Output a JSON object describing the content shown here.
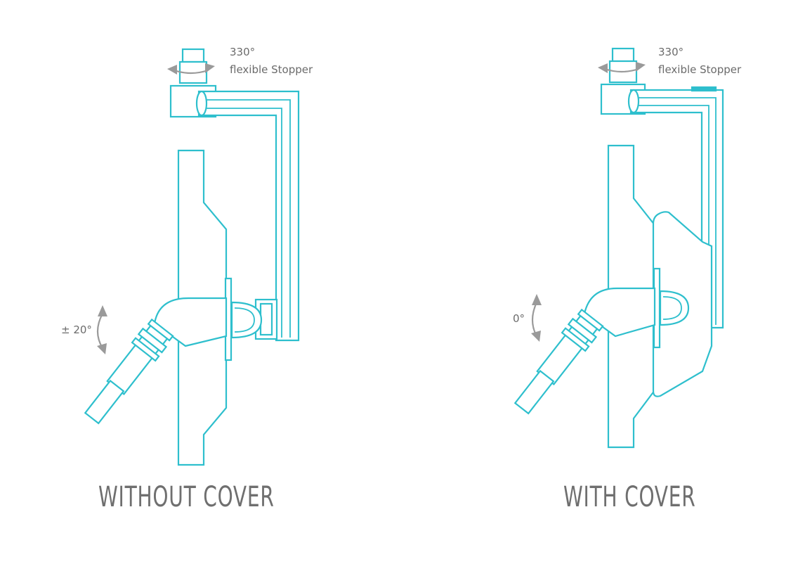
{
  "colors": {
    "line": "#2ebfcd",
    "arrow": "#9a9a9a",
    "text": "#6b6b6b"
  },
  "left_panel": {
    "rotation_value": "330°",
    "rotation_label": "flexible Stopper",
    "tilt_value": "± 20°",
    "caption": "WITHOUT COVER"
  },
  "right_panel": {
    "rotation_value": "330°",
    "rotation_label": "flexible Stopper",
    "tilt_value": "0°",
    "caption": "WITH COVER"
  }
}
